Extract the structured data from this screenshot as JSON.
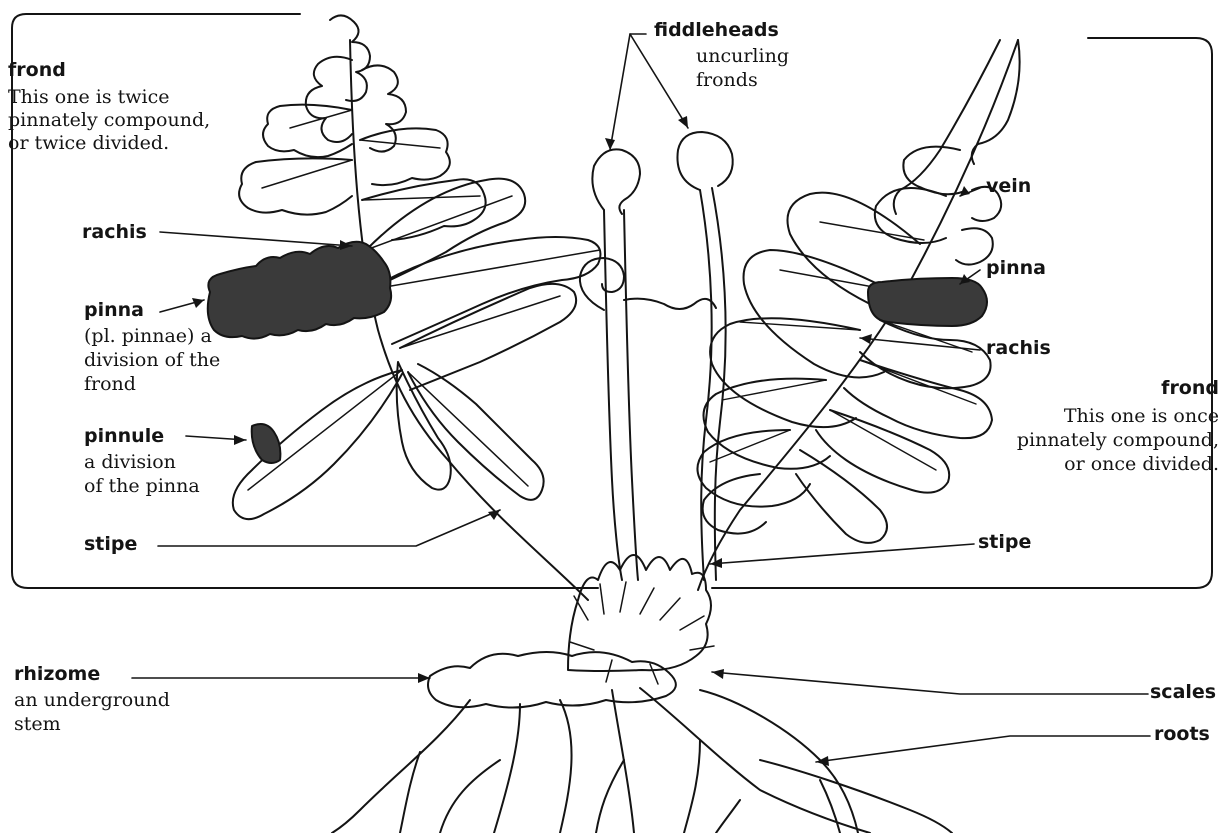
{
  "colors": {
    "ink": "#141414",
    "paper": "#ffffff",
    "shade": "#3a3a3a"
  },
  "left_frond": {
    "term": "frond",
    "desc": [
      "This one is twice",
      "pinnately compound,",
      "or twice divided."
    ]
  },
  "fiddleheads": {
    "term": "fiddleheads",
    "desc": [
      "uncurling",
      "fronds"
    ]
  },
  "rachis_left": {
    "term": "rachis"
  },
  "pinna_left": {
    "term": "pinna",
    "desc": [
      "(pl. pinnae) a",
      "division of the",
      "frond"
    ]
  },
  "pinnule": {
    "term": "pinnule",
    "desc": [
      "a division",
      "of the pinna"
    ]
  },
  "stipe_left": {
    "term": "stipe"
  },
  "vein": {
    "term": "vein"
  },
  "pinna_right": {
    "term": "pinna"
  },
  "rachis_right": {
    "term": "rachis"
  },
  "right_frond": {
    "term": "frond",
    "desc": [
      "This one is once",
      "pinnately compound,",
      "or once divided."
    ]
  },
  "stipe_right": {
    "term": "stipe"
  },
  "rhizome": {
    "term": "rhizome",
    "desc": [
      "an underground",
      "stem"
    ]
  },
  "scales": {
    "term": "scales"
  },
  "roots": {
    "term": "roots"
  }
}
